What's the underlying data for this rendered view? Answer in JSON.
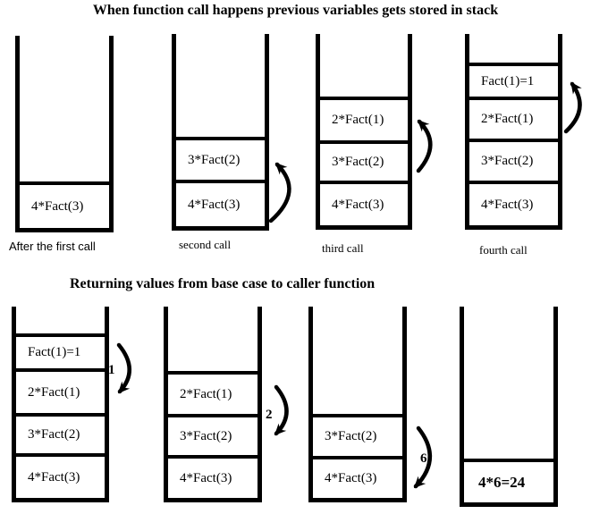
{
  "top_section": {
    "title": "When function call happens previous variables gets stored in stack",
    "stacks": [
      {
        "caption": "After the first call",
        "cells": [
          "4*Fact(3)"
        ]
      },
      {
        "caption": "second call",
        "cells": [
          "3*Fact(2)",
          "4*Fact(3)"
        ]
      },
      {
        "caption": "third call",
        "cells": [
          "2*Fact(1)",
          "3*Fact(2)",
          "4*Fact(3)"
        ]
      },
      {
        "caption": "fourth call",
        "cells": [
          "Fact(1)=1",
          "2*Fact(1)",
          "3*Fact(2)",
          "4*Fact(3)"
        ]
      }
    ]
  },
  "bottom_section": {
    "title": "Returning values from base case to caller function",
    "stacks": [
      {
        "cells": [
          "Fact(1)=1",
          "2*Fact(1)",
          "3*Fact(2)",
          "4*Fact(3)"
        ],
        "return_label": "1"
      },
      {
        "cells": [
          "2*Fact(1)",
          "3*Fact(2)",
          "4*Fact(3)"
        ],
        "return_label": "2"
      },
      {
        "cells": [
          "3*Fact(2)",
          "4*Fact(3)"
        ],
        "return_label": "6"
      },
      {
        "cells": [
          "4*6=24"
        ]
      }
    ]
  },
  "colors": {
    "ink": "#000000",
    "background": "#ffffff"
  }
}
